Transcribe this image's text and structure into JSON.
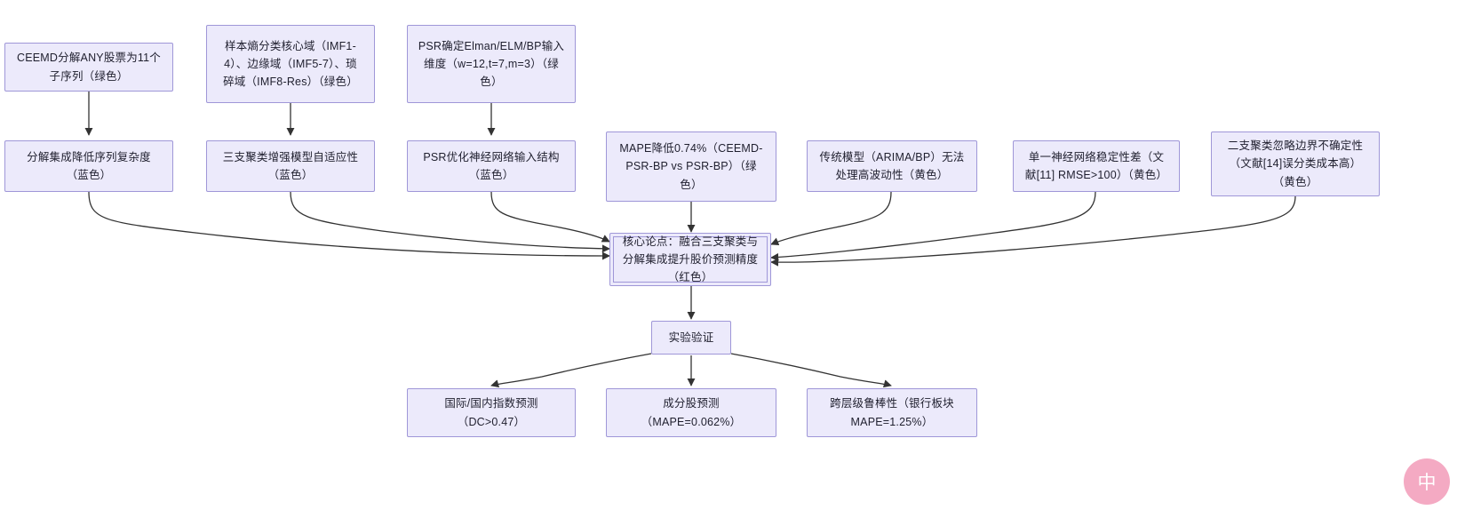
{
  "diagram": {
    "title": "核心论点论证结构图",
    "node_fill": "#ECEAFB",
    "node_border": "#9F97D8",
    "edge_color": "#333333",
    "watermark_color": "#F4A6C0",
    "watermark_text": "中"
  },
  "nodes": {
    "row1": [
      {
        "id": "ceemd",
        "label": "CEEMD分解ANY股票为11个\n子序列（绿色）"
      },
      {
        "id": "sample-entropy",
        "label": "样本熵分类核心域（IMF1-\n4）、边缘域（IMF5-7）、琐\n碎域（IMF8-Res）（绿色）"
      },
      {
        "id": "psr-dim",
        "label": "PSR确定Elman/ELM/BP输入\n维度（w=12,t=7,m=3）（绿\n色）"
      }
    ],
    "row2": [
      {
        "id": "decomp-complexity",
        "label": "分解集成降低序列复杂度\n（蓝色）"
      },
      {
        "id": "three-way-adaptive",
        "label": "三支聚类增强模型自适应性\n（蓝色）"
      },
      {
        "id": "psr-structure",
        "label": "PSR优化神经网络输入结构\n（蓝色）"
      },
      {
        "id": "mape-drop",
        "label": "MAPE降低0.74%（CEEMD-\nPSR-BP vs PSR-BP）（绿\n色）"
      },
      {
        "id": "traditional-model",
        "label": "传统模型（ARIMA/BP）无法\n处理高波动性（黄色）"
      },
      {
        "id": "single-nn",
        "label": "单一神经网络稳定性差（文\n献[11] RMSE>100）（黄色）"
      },
      {
        "id": "two-way-cluster",
        "label": "二支聚类忽略边界不确定性\n（文献[14]误分类成本高）\n（黄色）"
      }
    ],
    "core": {
      "id": "core-thesis",
      "label": "核心论点：融合三支聚类与\n分解集成提升股价预测精度\n（红色）"
    },
    "experiment": {
      "id": "experiment",
      "label": "实验验证"
    },
    "row4": [
      {
        "id": "index-forecast",
        "label": "国际/国内指数预测\n（DC>0.47）"
      },
      {
        "id": "constituent-forecast",
        "label": "成分股预测\n（MAPE=0.062%）"
      },
      {
        "id": "cross-level-robust",
        "label": "跨层级鲁棒性（银行板块\nMAPE=1.25%）"
      }
    ]
  }
}
